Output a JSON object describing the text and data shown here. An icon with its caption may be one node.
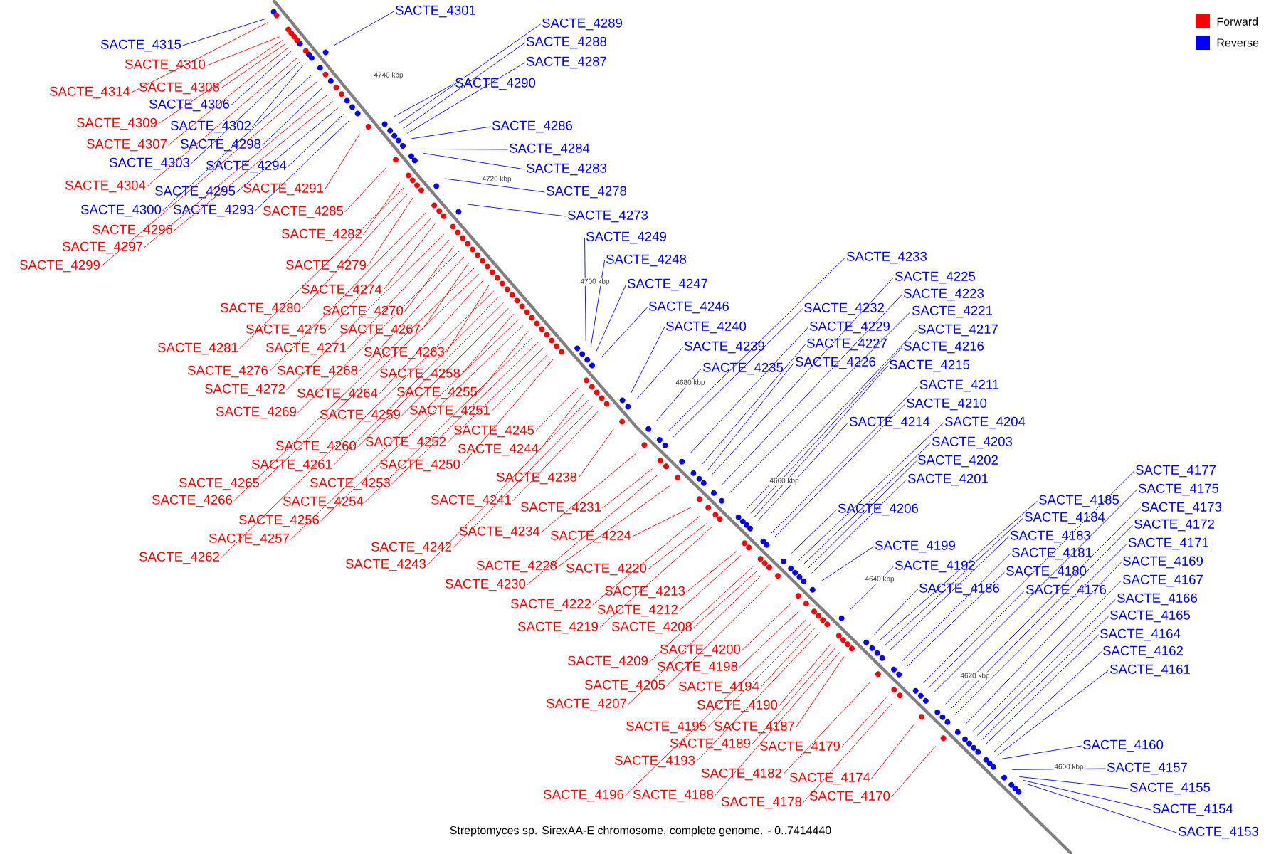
{
  "diagram": {
    "caption": "Streptomyces sp. SirexAA-E chromosome, complete genome. - 0..7414440",
    "nodes": [
      {
        "text": [
          "SACTE_4301"
        ]
      },
      {
        "text": [
          "SACTE_4289"
        ]
      },
      {
        "text": [
          "SACTE_4288"
        ]
      },
      {
        "text": [
          "SACTE_4287"
        ]
      },
      {
        "text": [
          "SACTE_4290"
        ]
      },
      {
        "text": [
          "SACTE_4286"
        ]
      },
      {
        "text": [
          "SACTE_4284"
        ]
      },
      {
        "text": [
          "SACTE_4283"
        ]
      },
      {
        "text": [
          "SACTE_4278"
        ]
      },
      {
        "text": [
          "SACTE_4273"
        ]
      },
      {
        "text": [
          "SACTE_4249"
        ]
      },
      {
        "text": [
          "SACTE_4248"
        ]
      },
      {
        "text": [
          "SACTE_4247"
        ]
      },
      {
        "text": [
          "SACTE_4246"
        ]
      },
      {
        "text": [
          "SACTE_4240"
        ]
      },
      {
        "text": [
          "SACTE_4239"
        ]
      },
      {
        "text": [
          "SACTE_4235"
        ]
      },
      {
        "text": [
          "SACTE_4233"
        ]
      },
      {
        "text": [
          "SACTE_4225"
        ]
      },
      {
        "text": [
          "SACTE_4223"
        ]
      },
      {
        "text": [
          "SACTE_4232"
        ]
      },
      {
        "text": [
          "SACTE_4221"
        ]
      },
      {
        "text": [
          "SACTE_4229"
        ]
      },
      {
        "text": [
          "SACTE_4217"
        ]
      },
      {
        "text": [
          "SACTE_4227"
        ]
      },
      {
        "text": [
          "SACTE_4216"
        ]
      },
      {
        "text": [
          "SACTE_4226"
        ]
      },
      {
        "text": [
          "SACTE_4215"
        ]
      },
      {
        "text": [
          "SACTE_4211"
        ]
      },
      {
        "text": [
          "SACTE_4210"
        ]
      },
      {
        "text": [
          "SACTE_4214"
        ]
      },
      {
        "text": [
          "SACTE_4204"
        ]
      },
      {
        "text": [
          "SACTE_4203"
        ]
      },
      {
        "text": [
          "SACTE_4202"
        ]
      },
      {
        "text": [
          "SACTE_4201"
        ]
      },
      {
        "text": [
          "SACTE_4206"
        ]
      },
      {
        "text": [
          "SACTE_4199"
        ]
      },
      {
        "text": [
          "SACTE_4192"
        ]
      },
      {
        "text": [
          "SACTE_4186"
        ]
      },
      {
        "text": [
          "SACTE_4185"
        ]
      },
      {
        "text": [
          "SACTE_4184"
        ]
      },
      {
        "text": [
          "SACTE_4183"
        ]
      },
      {
        "text": [
          "SACTE_4181"
        ]
      },
      {
        "text": [
          "SACTE_4180"
        ]
      },
      {
        "text": [
          "SACTE_4176"
        ]
      },
      {
        "text": [
          "SACTE_4177"
        ]
      },
      {
        "text": [
          "SACTE_4175"
        ]
      },
      {
        "text": [
          "SACTE_4173"
        ]
      },
      {
        "text": [
          "SACTE_4172"
        ]
      },
      {
        "text": [
          "SACTE_4171"
        ]
      },
      {
        "text": [
          "SACTE_4169"
        ]
      },
      {
        "text": [
          "SACTE_4167"
        ]
      },
      {
        "text": [
          "SACTE_4166"
        ]
      },
      {
        "text": [
          "SACTE_4165"
        ]
      },
      {
        "text": [
          "SACTE_4164"
        ]
      },
      {
        "text": [
          "SACTE_4162"
        ]
      },
      {
        "text": [
          "SACTE_4161"
        ]
      },
      {
        "text": [
          "SACTE_4160"
        ]
      },
      {
        "text": [
          "SACTE_4157"
        ]
      },
      {
        "text": [
          "SACTE_4155"
        ]
      },
      {
        "text": [
          "SACTE_4154"
        ]
      },
      {
        "text": [
          "SACTE_4153"
        ]
      },
      {
        "text": [
          "SACTE_4315"
        ]
      },
      {
        "text": [
          "SACTE_4306"
        ]
      },
      {
        "text": [
          "SACTE_4302"
        ]
      },
      {
        "text": [
          "SACTE_4298"
        ]
      },
      {
        "text": [
          "SACTE_4303"
        ]
      },
      {
        "text": [
          "SACTE_4294"
        ]
      },
      {
        "text": [
          "SACTE_4295"
        ]
      },
      {
        "text": [
          "SACTE_4300"
        ]
      },
      {
        "text": [
          "SACTE_4293"
        ]
      },
      {
        "text": [
          "SACTE_4310"
        ]
      },
      {
        "text": [
          "SACTE_4314"
        ]
      },
      {
        "text": [
          "SACTE_4308"
        ]
      },
      {
        "text": [
          "SACTE_4309"
        ]
      },
      {
        "text": [
          "SACTE_4307"
        ]
      },
      {
        "text": [
          "SACTE_4304"
        ]
      },
      {
        "text": [
          "SACTE_4291"
        ]
      },
      {
        "text": [
          "SACTE_4285"
        ]
      },
      {
        "text": [
          "SACTE_4296"
        ]
      },
      {
        "text": [
          "SACTE_4297"
        ]
      },
      {
        "text": [
          "SACTE_4299"
        ]
      },
      {
        "text": [
          "SACTE_4282"
        ]
      },
      {
        "text": [
          "SACTE_4279"
        ]
      },
      {
        "text": [
          "SACTE_4274"
        ]
      },
      {
        "text": [
          "SACTE_4280"
        ]
      },
      {
        "text": [
          "SACTE_4270"
        ]
      },
      {
        "text": [
          "SACTE_4275"
        ]
      },
      {
        "text": [
          "SACTE_4267"
        ]
      },
      {
        "text": [
          "SACTE_4281"
        ]
      },
      {
        "text": [
          "SACTE_4271"
        ]
      },
      {
        "text": [
          "SACTE_4263"
        ]
      },
      {
        "text": [
          "SACTE_4276"
        ]
      },
      {
        "text": [
          "SACTE_4268"
        ]
      },
      {
        "text": [
          "SACTE_4258"
        ]
      },
      {
        "text": [
          "SACTE_4272"
        ]
      },
      {
        "text": [
          "SACTE_4264"
        ]
      },
      {
        "text": [
          "SACTE_4255"
        ]
      },
      {
        "text": [
          "SACTE_4269"
        ]
      },
      {
        "text": [
          "SACTE_4259"
        ]
      },
      {
        "text": [
          "SACTE_4251"
        ]
      },
      {
        "text": [
          "SACTE_4245"
        ]
      },
      {
        "text": [
          "SACTE_4260"
        ]
      },
      {
        "text": [
          "SACTE_4252"
        ]
      },
      {
        "text": [
          "SACTE_4244"
        ]
      },
      {
        "text": [
          "SACTE_4261"
        ]
      },
      {
        "text": [
          "SACTE_4250"
        ]
      },
      {
        "text": [
          "SACTE_4265"
        ]
      },
      {
        "text": [
          "SACTE_4253"
        ]
      },
      {
        "text": [
          "SACTE_4238"
        ]
      },
      {
        "text": [
          "SACTE_4266"
        ]
      },
      {
        "text": [
          "SACTE_4254"
        ]
      },
      {
        "text": [
          "SACTE_4241"
        ]
      },
      {
        "text": [
          "SACTE_4231"
        ]
      },
      {
        "text": [
          "SACTE_4256"
        ]
      },
      {
        "text": [
          "SACTE_4257"
        ]
      },
      {
        "text": [
          "SACTE_4234"
        ]
      },
      {
        "text": [
          "SACTE_4224"
        ]
      },
      {
        "text": [
          "SACTE_4262"
        ]
      },
      {
        "text": [
          "SACTE_4242"
        ]
      },
      {
        "text": [
          "SACTE_4243"
        ]
      },
      {
        "text": [
          "SACTE_4228"
        ]
      },
      {
        "text": [
          "SACTE_4220"
        ]
      },
      {
        "text": [
          "SACTE_4230"
        ]
      },
      {
        "text": [
          "SACTE_4213"
        ]
      },
      {
        "text": [
          "SACTE_4222"
        ]
      },
      {
        "text": [
          "SACTE_4212"
        ]
      },
      {
        "text": [
          "SACTE_4219"
        ]
      },
      {
        "text": [
          "SACTE_4208"
        ]
      },
      {
        "text": [
          "SACTE_4200"
        ]
      },
      {
        "text": [
          "SACTE_4209"
        ]
      },
      {
        "text": [
          "SACTE_4198"
        ]
      },
      {
        "text": [
          "SACTE_4205"
        ]
      },
      {
        "text": [
          "SACTE_4194"
        ]
      },
      {
        "text": [
          "SACTE_4207"
        ]
      },
      {
        "text": [
          "SACTE_4190"
        ]
      },
      {
        "text": [
          "SACTE_4195"
        ]
      },
      {
        "text": [
          "SACTE_4187"
        ]
      },
      {
        "text": [
          "SACTE_4189"
        ]
      },
      {
        "text": [
          "SACTE_4179"
        ]
      },
      {
        "text": [
          "SACTE_4193"
        ]
      },
      {
        "text": [
          "SACTE_4182"
        ]
      },
      {
        "text": [
          "SACTE_4174"
        ]
      },
      {
        "text": [
          "SACTE_4196"
        ]
      },
      {
        "text": [
          "SACTE_4188"
        ]
      },
      {
        "text": [
          "SACTE_4178"
        ]
      },
      {
        "text": [
          "SACTE_4170"
        ]
      }
    ],
    "edges": [
      {
        "from": 0,
        "to": null,
        "arrow": "none",
        "color": "#0000ff"
      },
      {
        "from": 1,
        "to": null,
        "arrow": "none",
        "color": "#0000ff"
      },
      {
        "from": 2,
        "to": null,
        "arrow": "none",
        "color": "#0000ff"
      },
      {
        "from": 3,
        "to": null,
        "arrow": "none",
        "color": "#0000ff"
      },
      {
        "from": 4,
        "to": null,
        "arrow": "none",
        "color": "#0000ff"
      },
      {
        "from": 5,
        "to": null,
        "arrow": "none",
        "color": "#0000ff"
      },
      {
        "from": 6,
        "to": null,
        "arrow": "none",
        "color": "#0000ff"
      },
      {
        "from": 7,
        "to": null,
        "arrow": "none",
        "color": "#0000ff"
      },
      {
        "from": 8,
        "to": null,
        "arrow": "none",
        "color": "#0000ff"
      },
      {
        "from": 9,
        "to": null,
        "arrow": "none",
        "color": "#0000ff"
      },
      {
        "from": 10,
        "to": null,
        "arrow": "none",
        "color": "#0000ff"
      },
      {
        "from": 11,
        "to": null,
        "arrow": "none",
        "color": "#0000ff"
      },
      {
        "from": 12,
        "to": null,
        "arrow": "none",
        "color": "#0000ff"
      },
      {
        "from": 13,
        "to": null,
        "arrow": "none",
        "color": "#0000ff"
      },
      {
        "from": 14,
        "to": null,
        "arrow": "none",
        "color": "#0000ff"
      },
      {
        "from": 15,
        "to": null,
        "arrow": "none",
        "color": "#0000ff"
      },
      {
        "from": 16,
        "to": null,
        "arrow": "none",
        "color": "#0000ff"
      },
      {
        "from": 17,
        "to": null,
        "arrow": "none",
        "color": "#0000ff"
      },
      {
        "from": 18,
        "to": null,
        "arrow": "none",
        "color": "#0000ff"
      },
      {
        "from": 19,
        "to": null,
        "arrow": "none",
        "color": "#0000ff"
      },
      {
        "from": 20,
        "to": null,
        "arrow": "none",
        "color": "#0000ff"
      },
      {
        "from": 21,
        "to": null,
        "arrow": "none",
        "color": "#0000ff"
      },
      {
        "from": 22,
        "to": null,
        "arrow": "none",
        "color": "#0000ff"
      },
      {
        "from": 23,
        "to": null,
        "arrow": "none",
        "color": "#0000ff"
      },
      {
        "from": 24,
        "to": null,
        "arrow": "none",
        "color": "#0000ff"
      },
      {
        "from": 25,
        "to": null,
        "arrow": "none",
        "color": "#0000ff"
      },
      {
        "from": 26,
        "to": null,
        "arrow": "none",
        "color": "#0000ff"
      },
      {
        "from": 27,
        "to": null,
        "arrow": "none",
        "color": "#0000ff"
      },
      {
        "from": 28,
        "to": null,
        "arrow": "none",
        "color": "#0000ff"
      },
      {
        "from": 29,
        "to": null,
        "arrow": "none",
        "color": "#0000ff"
      },
      {
        "from": 30,
        "to": null,
        "arrow": "none",
        "color": "#0000ff"
      },
      {
        "from": 31,
        "to": null,
        "arrow": "none",
        "color": "#0000ff"
      },
      {
        "from": 32,
        "to": null,
        "arrow": "none",
        "color": "#0000ff"
      },
      {
        "from": 33,
        "to": null,
        "arrow": "none",
        "color": "#0000ff"
      },
      {
        "from": 34,
        "to": null,
        "arrow": "none",
        "color": "#0000ff"
      },
      {
        "from": 35,
        "to": null,
        "arrow": "none",
        "color": "#0000ff"
      },
      {
        "from": 36,
        "to": null,
        "arrow": "none",
        "color": "#0000ff"
      },
      {
        "from": 37,
        "to": null,
        "arrow": "none",
        "color": "#0000ff"
      },
      {
        "from": 38,
        "to": null,
        "arrow": "none",
        "color": "#0000ff"
      },
      {
        "from": 39,
        "to": null,
        "arrow": "none",
        "color": "#0000ff"
      },
      {
        "from": 40,
        "to": null,
        "arrow": "none",
        "color": "#0000ff"
      },
      {
        "from": 41,
        "to": null,
        "arrow": "none",
        "color": "#0000ff"
      },
      {
        "from": 42,
        "to": null,
        "arrow": "none",
        "color": "#0000ff"
      },
      {
        "from": 43,
        "to": null,
        "arrow": "none",
        "color": "#0000ff"
      },
      {
        "from": 44,
        "to": null,
        "arrow": "none",
        "color": "#0000ff"
      },
      {
        "from": 45,
        "to": null,
        "arrow": "none",
        "color": "#0000ff"
      },
      {
        "from": 46,
        "to": null,
        "arrow": "none",
        "color": "#0000ff"
      },
      {
        "from": 47,
        "to": null,
        "arrow": "none",
        "color": "#0000ff"
      },
      {
        "from": 48,
        "to": null,
        "arrow": "none",
        "color": "#0000ff"
      },
      {
        "from": 49,
        "to": null,
        "arrow": "none",
        "color": "#0000ff"
      },
      {
        "from": 50,
        "to": null,
        "arrow": "none",
        "color": "#0000ff"
      },
      {
        "from": 51,
        "to": null,
        "arrow": "none",
        "color": "#0000ff"
      },
      {
        "from": 52,
        "to": null,
        "arrow": "none",
        "color": "#0000ff"
      },
      {
        "from": 53,
        "to": null,
        "arrow": "none",
        "color": "#0000ff"
      },
      {
        "from": 54,
        "to": null,
        "arrow": "none",
        "color": "#0000ff"
      },
      {
        "from": 55,
        "to": null,
        "arrow": "none",
        "color": "#0000ff"
      },
      {
        "from": 56,
        "to": null,
        "arrow": "none",
        "color": "#0000ff"
      },
      {
        "from": 57,
        "to": null,
        "arrow": "none",
        "color": "#0000ff"
      },
      {
        "from": 58,
        "to": null,
        "arrow": "none",
        "color": "#0000ff"
      },
      {
        "from": 59,
        "to": null,
        "arrow": "none",
        "color": "#0000ff"
      },
      {
        "from": 60,
        "to": null,
        "arrow": "none",
        "color": "#0000ff"
      },
      {
        "from": 61,
        "to": null,
        "arrow": "none",
        "color": "#0000ff"
      },
      {
        "from": 62,
        "to": null,
        "arrow": "none",
        "color": "#0000ff"
      },
      {
        "from": 63,
        "to": null,
        "arrow": "none",
        "color": "#0000ff"
      },
      {
        "from": 64,
        "to": null,
        "arrow": "none",
        "color": "#0000ff"
      },
      {
        "from": 65,
        "to": null,
        "arrow": "none",
        "color": "#0000ff"
      },
      {
        "from": 66,
        "to": null,
        "arrow": "none",
        "color": "#0000ff"
      },
      {
        "from": 67,
        "to": null,
        "arrow": "none",
        "color": "#0000ff"
      },
      {
        "from": 68,
        "to": null,
        "arrow": "none",
        "color": "#0000ff"
      },
      {
        "from": 69,
        "to": null,
        "arrow": "none",
        "color": "#0000ff"
      },
      {
        "from": 70,
        "to": null,
        "arrow": "none",
        "color": "#0000ff"
      },
      {
        "from": 71,
        "to": null,
        "arrow": "none",
        "color": "#ff0000"
      },
      {
        "from": 72,
        "to": null,
        "arrow": "none",
        "color": "#ff0000"
      },
      {
        "from": 73,
        "to": null,
        "arrow": "none",
        "color": "#ff0000"
      },
      {
        "from": 74,
        "to": null,
        "arrow": "none",
        "color": "#ff0000"
      },
      {
        "from": 75,
        "to": null,
        "arrow": "none",
        "color": "#ff0000"
      },
      {
        "from": 76,
        "to": null,
        "arrow": "none",
        "color": "#ff0000"
      },
      {
        "from": 77,
        "to": null,
        "arrow": "none",
        "color": "#ff0000"
      },
      {
        "from": 78,
        "to": null,
        "arrow": "none",
        "color": "#ff0000"
      },
      {
        "from": 79,
        "to": null,
        "arrow": "none",
        "color": "#ff0000"
      },
      {
        "from": 80,
        "to": null,
        "arrow": "none",
        "color": "#ff0000"
      },
      {
        "from": 81,
        "to": null,
        "arrow": "none",
        "color": "#ff0000"
      },
      {
        "from": 82,
        "to": null,
        "arrow": "none",
        "color": "#ff0000"
      },
      {
        "from": 83,
        "to": null,
        "arrow": "none",
        "color": "#ff0000"
      },
      {
        "from": 84,
        "to": null,
        "arrow": "none",
        "color": "#ff0000"
      },
      {
        "from": 85,
        "to": null,
        "arrow": "none",
        "color": "#ff0000"
      },
      {
        "from": 86,
        "to": null,
        "arrow": "none",
        "color": "#ff0000"
      },
      {
        "from": 87,
        "to": null,
        "arrow": "none",
        "color": "#ff0000"
      },
      {
        "from": 88,
        "to": null,
        "arrow": "none",
        "color": "#ff0000"
      },
      {
        "from": 89,
        "to": null,
        "arrow": "none",
        "color": "#ff0000"
      },
      {
        "from": 90,
        "to": null,
        "arrow": "none",
        "color": "#ff0000"
      },
      {
        "from": 91,
        "to": null,
        "arrow": "none",
        "color": "#ff0000"
      },
      {
        "from": 92,
        "to": null,
        "arrow": "none",
        "color": "#ff0000"
      },
      {
        "from": 93,
        "to": null,
        "arrow": "none",
        "color": "#ff0000"
      },
      {
        "from": 94,
        "to": null,
        "arrow": "none",
        "color": "#ff0000"
      },
      {
        "from": 95,
        "to": null,
        "arrow": "none",
        "color": "#ff0000"
      },
      {
        "from": 96,
        "to": null,
        "arrow": "none",
        "color": "#ff0000"
      },
      {
        "from": 97,
        "to": null,
        "arrow": "none",
        "color": "#ff0000"
      },
      {
        "from": 98,
        "to": null,
        "arrow": "none",
        "color": "#ff0000"
      },
      {
        "from": 99,
        "to": null,
        "arrow": "none",
        "color": "#ff0000"
      },
      {
        "from": 100,
        "to": null,
        "arrow": "none",
        "color": "#ff0000"
      },
      {
        "from": 101,
        "to": null,
        "arrow": "none",
        "color": "#ff0000"
      },
      {
        "from": 102,
        "to": null,
        "arrow": "none",
        "color": "#ff0000"
      },
      {
        "from": 103,
        "to": null,
        "arrow": "none",
        "color": "#ff0000"
      },
      {
        "from": 104,
        "to": null,
        "arrow": "none",
        "color": "#ff0000"
      },
      {
        "from": 105,
        "to": null,
        "arrow": "none",
        "color": "#ff0000"
      },
      {
        "from": 106,
        "to": null,
        "arrow": "none",
        "color": "#ff0000"
      },
      {
        "from": 107,
        "to": null,
        "arrow": "none",
        "color": "#ff0000"
      },
      {
        "from": 108,
        "to": null,
        "arrow": "none",
        "color": "#ff0000"
      },
      {
        "from": 109,
        "to": null,
        "arrow": "none",
        "color": "#ff0000"
      },
      {
        "from": 110,
        "to": null,
        "arrow": "none",
        "color": "#ff0000"
      },
      {
        "from": 111,
        "to": null,
        "arrow": "none",
        "color": "#ff0000"
      },
      {
        "from": 112,
        "to": null,
        "arrow": "none",
        "color": "#ff0000"
      },
      {
        "from": 113,
        "to": null,
        "arrow": "none",
        "color": "#ff0000"
      },
      {
        "from": 114,
        "to": null,
        "arrow": "none",
        "color": "#ff0000"
      },
      {
        "from": 115,
        "to": null,
        "arrow": "none",
        "color": "#ff0000"
      },
      {
        "from": 116,
        "to": null,
        "arrow": "none",
        "color": "#ff0000"
      },
      {
        "from": 117,
        "to": null,
        "arrow": "none",
        "color": "#ff0000"
      },
      {
        "from": 118,
        "to": null,
        "arrow": "none",
        "color": "#ff0000"
      },
      {
        "from": 119,
        "to": null,
        "arrow": "none",
        "color": "#ff0000"
      },
      {
        "from": 120,
        "to": null,
        "arrow": "none",
        "color": "#ff0000"
      },
      {
        "from": 121,
        "to": null,
        "arrow": "none",
        "color": "#ff0000"
      },
      {
        "from": 122,
        "to": null,
        "arrow": "none",
        "color": "#ff0000"
      },
      {
        "from": 123,
        "to": null,
        "arrow": "none",
        "color": "#ff0000"
      },
      {
        "from": 124,
        "to": null,
        "arrow": "none",
        "color": "#ff0000"
      },
      {
        "from": 125,
        "to": null,
        "arrow": "none",
        "color": "#ff0000"
      },
      {
        "from": 126,
        "to": null,
        "arrow": "none",
        "color": "#ff0000"
      },
      {
        "from": 127,
        "to": null,
        "arrow": "none",
        "color": "#ff0000"
      },
      {
        "from": 128,
        "to": null,
        "arrow": "none",
        "color": "#ff0000"
      },
      {
        "from": 129,
        "to": null,
        "arrow": "none",
        "color": "#ff0000"
      },
      {
        "from": 130,
        "to": null,
        "arrow": "none",
        "color": "#ff0000"
      },
      {
        "from": 131,
        "to": null,
        "arrow": "none",
        "color": "#ff0000"
      },
      {
        "from": 132,
        "to": null,
        "arrow": "none",
        "color": "#ff0000"
      },
      {
        "from": 133,
        "to": null,
        "arrow": "none",
        "color": "#ff0000"
      },
      {
        "from": 134,
        "to": null,
        "arrow": "none",
        "color": "#ff0000"
      },
      {
        "from": 135,
        "to": null,
        "arrow": "none",
        "color": "#ff0000"
      },
      {
        "from": 136,
        "to": null,
        "arrow": "none",
        "color": "#ff0000"
      },
      {
        "from": 137,
        "to": null,
        "arrow": "none",
        "color": "#ff0000"
      },
      {
        "from": 138,
        "to": null,
        "arrow": "none",
        "color": "#ff0000"
      },
      {
        "from": 139,
        "to": null,
        "arrow": "none",
        "color": "#ff0000"
      },
      {
        "from": 140,
        "to": null,
        "arrow": "none",
        "color": "#ff0000"
      },
      {
        "from": 141,
        "to": null,
        "arrow": "none",
        "color": "#ff0000"
      },
      {
        "from": 142,
        "to": null,
        "arrow": "none",
        "color": "#ff0000"
      },
      {
        "from": 143,
        "to": null,
        "arrow": "none",
        "color": "#ff0000"
      },
      {
        "from": 144,
        "to": null,
        "arrow": "none",
        "color": "#ff0000"
      },
      {
        "from": 145,
        "to": null,
        "arrow": "none",
        "color": "#ff0000"
      },
      {
        "from": 146,
        "to": null,
        "arrow": "none",
        "color": "#ff0000"
      }
    ],
    "labels": [
      "4740 kbp",
      "4720 kbp",
      "4700 kbp",
      "4680 kbp",
      "4660 kbp",
      "4640 kbp",
      "4620 kbp",
      "4600 kbp"
    ],
    "legend": [
      {
        "text": "Forward",
        "color": "#ff0000"
      },
      {
        "text": "Reverse",
        "color": "#0000ff"
      }
    ]
  }
}
